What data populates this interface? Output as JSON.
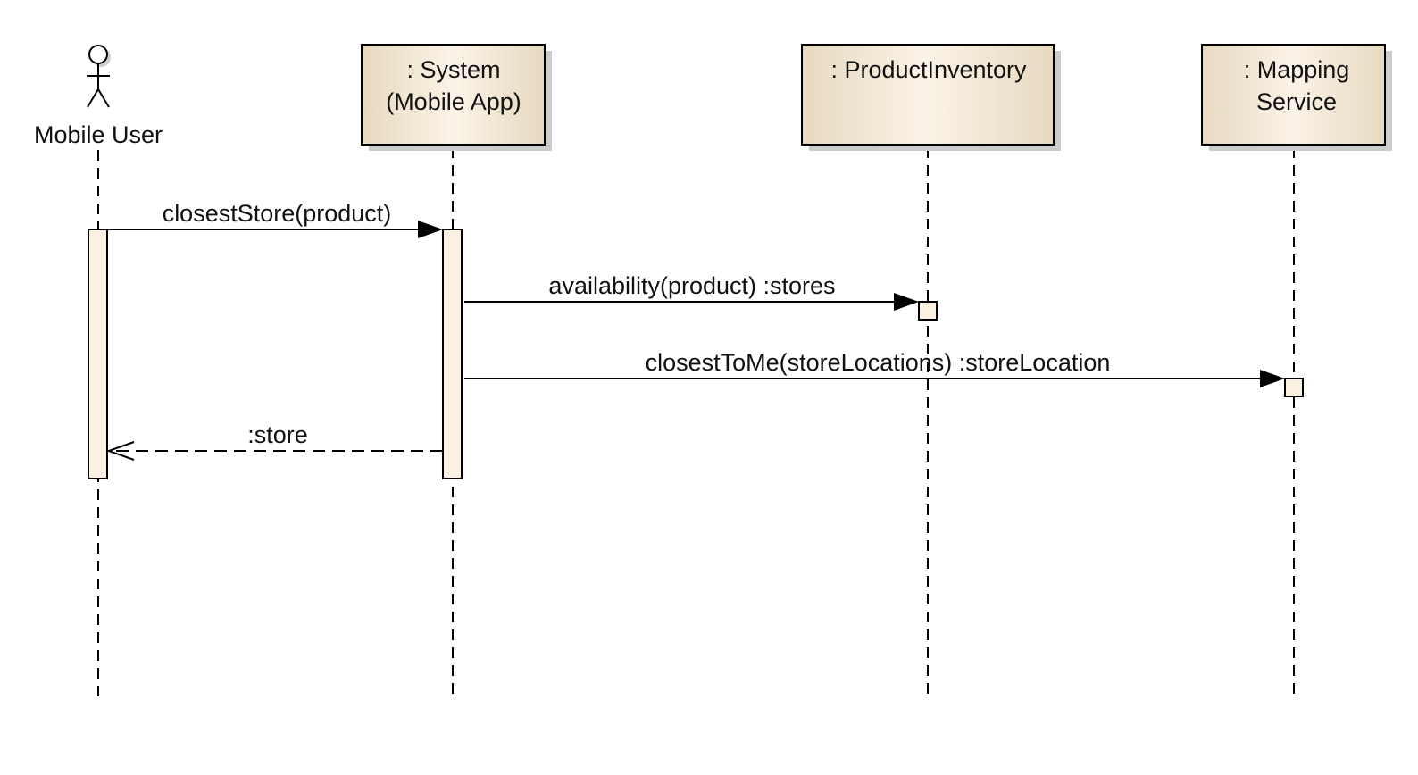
{
  "diagram": {
    "actor": {
      "label": "Mobile User"
    },
    "participants": [
      {
        "id": "system",
        "lines": [
          ": System",
          "(Mobile App)"
        ]
      },
      {
        "id": "inventory",
        "lines": [
          ": ProductInventory"
        ]
      },
      {
        "id": "mapping",
        "lines": [
          ": Mapping",
          "Service"
        ]
      }
    ],
    "messages": [
      {
        "id": "m1",
        "label": "closestStore(product)",
        "kind": "sync"
      },
      {
        "id": "m2",
        "label": "availability(product) :stores",
        "kind": "sync"
      },
      {
        "id": "m3",
        "label": "closestToMe(storeLocations) :storeLocation",
        "kind": "sync"
      },
      {
        "id": "m4",
        "label": ":store",
        "kind": "return"
      }
    ],
    "colors": {
      "box_fill_edge": "#e8dcc4",
      "box_fill_center": "#faf1e4",
      "activation_fill": "#fbf1e3",
      "shadow": "#c8c8c8",
      "line": "#000000"
    }
  }
}
